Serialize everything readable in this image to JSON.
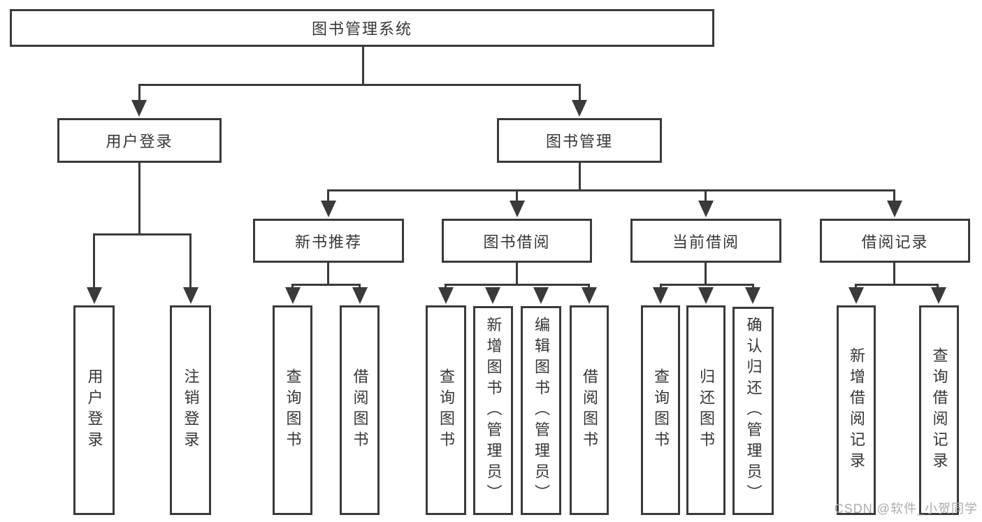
{
  "colors": {
    "line": "#3a3a3a",
    "text": "#363636",
    "watermark": "#a8a8a8",
    "background": "#ffffff"
  },
  "watermark": {
    "text": "CSDN @软件_小贺同学"
  },
  "tree": {
    "root": {
      "label": "图书管理系统",
      "children": [
        {
          "label": "用户登录",
          "children": [
            {
              "label": "用户登录"
            },
            {
              "label": "注销登录"
            }
          ]
        },
        {
          "label": "图书管理",
          "children": [
            {
              "label": "新书推荐",
              "children": [
                {
                  "label": "查询图书"
                },
                {
                  "label": "借阅图书"
                }
              ]
            },
            {
              "label": "图书借阅",
              "children": [
                {
                  "label": "查询图书"
                },
                {
                  "label": "新增图书（管理员）"
                },
                {
                  "label": "编辑图书（管理员）"
                },
                {
                  "label": "借阅图书"
                }
              ]
            },
            {
              "label": "当前借阅",
              "children": [
                {
                  "label": "查询图书"
                },
                {
                  "label": "归还图书"
                },
                {
                  "label": "确认归还（管理员）"
                }
              ]
            },
            {
              "label": "借阅记录",
              "children": [
                {
                  "label": "新增借阅记录"
                },
                {
                  "label": "查询借阅记录"
                }
              ]
            }
          ]
        }
      ]
    }
  }
}
